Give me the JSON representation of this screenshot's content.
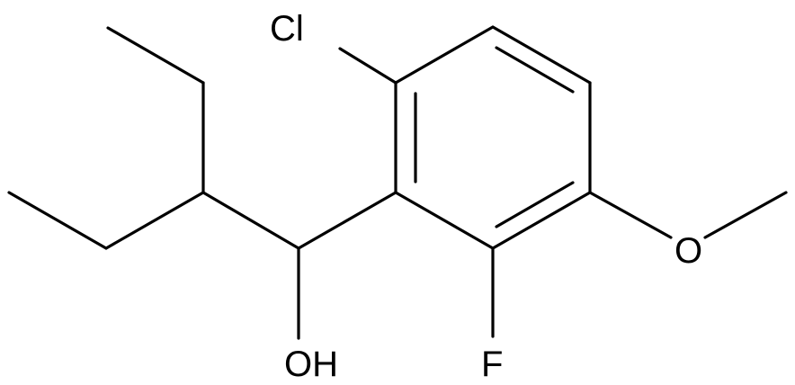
{
  "structure": {
    "atoms": {
      "chlorine": "Cl",
      "fluorine": "F",
      "methoxy_oxygen": "O",
      "hydroxyl": "OH"
    },
    "colors": {
      "bond": "#000000",
      "label": "#000000",
      "background": "#ffffff"
    }
  }
}
